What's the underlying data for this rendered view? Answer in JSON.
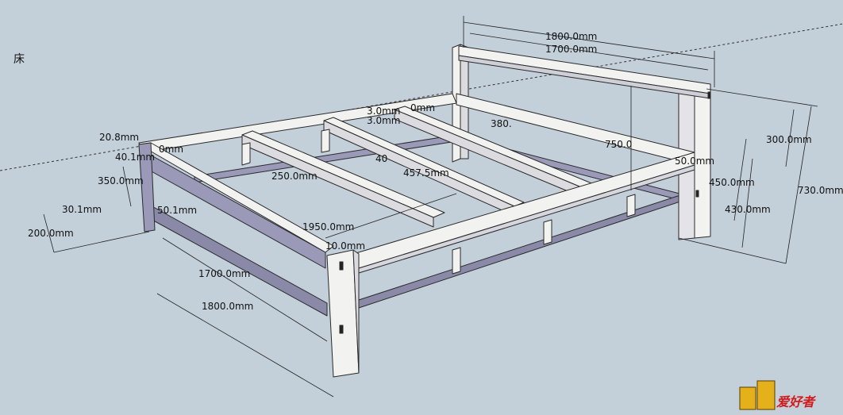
{
  "model_title": "床",
  "dimensions": [
    {
      "id": "top-1800",
      "text": "1800.0mm"
    },
    {
      "id": "top-1700",
      "text": "1700.0mm"
    },
    {
      "id": "h-300",
      "text": "300.0mm"
    },
    {
      "id": "h-730",
      "text": "730.0mm"
    },
    {
      "id": "h-450",
      "text": "450.0mm"
    },
    {
      "id": "h-430",
      "text": "430.0mm"
    },
    {
      "id": "w-50",
      "text": "50.0mm"
    },
    {
      "id": "d-750",
      "text": "750.0"
    },
    {
      "id": "c-380",
      "text": "380."
    },
    {
      "id": "c-457",
      "text": "457.5mm"
    },
    {
      "id": "c-40",
      "text": "40"
    },
    {
      "id": "c-30a",
      "text": "3.0mm"
    },
    {
      "id": "c-30b",
      "text": "3.0mm"
    },
    {
      "id": "c-0",
      "text": "0mm"
    },
    {
      "id": "l-1950",
      "text": "1950.0mm"
    },
    {
      "id": "l-10",
      "text": "10.0mm"
    },
    {
      "id": "l-250",
      "text": "250.0mm"
    },
    {
      "id": "l-208",
      "text": "20.8mm"
    },
    {
      "id": "l-401",
      "text": "40.1mm"
    },
    {
      "id": "l-0a",
      "text": "0mm"
    },
    {
      "id": "l-350",
      "text": "350.0mm"
    },
    {
      "id": "l-301",
      "text": "30.1mm"
    },
    {
      "id": "l-501",
      "text": "50.1mm"
    },
    {
      "id": "l-200",
      "text": "200.0mm"
    },
    {
      "id": "b-1700",
      "text": "1700.0mm"
    },
    {
      "id": "b-1800",
      "text": "1800.0mm"
    }
  ],
  "watermark": {
    "text": "爱好者",
    "accent": "#d21a1a"
  },
  "colors": {
    "background": "#c3cfd9",
    "wood_light": "#f2f2f0",
    "wood_side": "#9a9ab8",
    "wood_dark": "#6e6e92",
    "edge": "#2a2a2a"
  }
}
